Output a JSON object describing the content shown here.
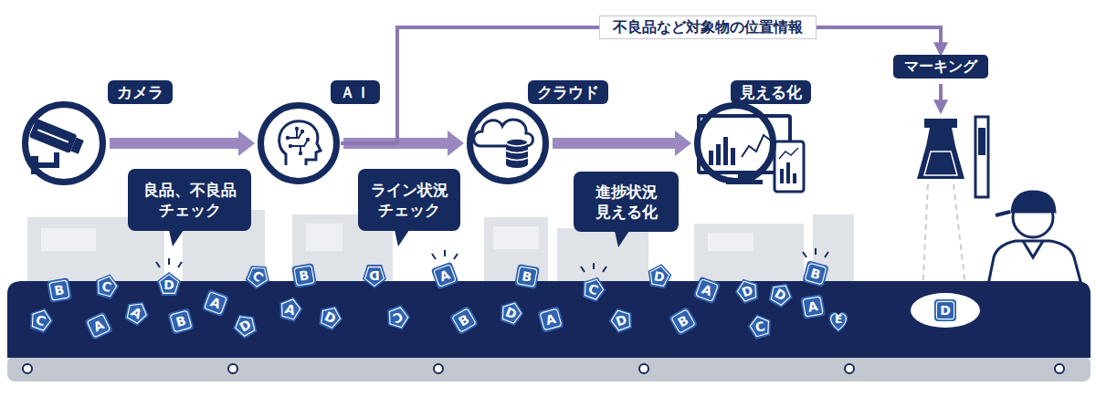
{
  "diagram": {
    "nodes": [
      {
        "text": [
          "カメラ"
        ]
      },
      {
        "text": [
          "ＡＩ"
        ]
      },
      {
        "text": [
          "クラウド"
        ]
      },
      {
        "text": [
          "見える化"
        ]
      },
      {
        "text": [
          "マーキング"
        ]
      },
      {
        "text": [
          "良品、不良品 チェック"
        ]
      },
      {
        "text": [
          "ライン状況 チェック"
        ]
      },
      {
        "text": [
          "進捗状況 見える化"
        ]
      },
      {
        "text": [
          "B"
        ]
      },
      {
        "text": [
          "C"
        ]
      },
      {
        "text": [
          "D"
        ]
      },
      {
        "text": [
          "C"
        ]
      },
      {
        "text": [
          "A"
        ]
      },
      {
        "text": [
          "A"
        ]
      },
      {
        "text": [
          "B"
        ]
      },
      {
        "text": [
          "A"
        ]
      },
      {
        "text": [
          "D"
        ]
      },
      {
        "text": [
          "C"
        ]
      },
      {
        "text": [
          "B"
        ]
      },
      {
        "text": [
          "A"
        ]
      },
      {
        "text": [
          "D"
        ]
      },
      {
        "text": [
          "D"
        ]
      },
      {
        "text": [
          "A"
        ]
      },
      {
        "text": [
          "C"
        ]
      },
      {
        "text": [
          "B"
        ]
      },
      {
        "text": [
          "B"
        ]
      },
      {
        "text": [
          "D"
        ]
      },
      {
        "text": [
          "A"
        ]
      },
      {
        "text": [
          "C"
        ]
      },
      {
        "text": [
          "D"
        ]
      },
      {
        "text": [
          "D"
        ]
      },
      {
        "text": [
          "B"
        ]
      },
      {
        "text": [
          "A"
        ]
      },
      {
        "text": [
          "D"
        ]
      },
      {
        "text": [
          "D"
        ]
      },
      {
        "text": [
          "C"
        ]
      },
      {
        "text": [
          "B"
        ]
      },
      {
        "text": [
          "A"
        ]
      },
      {
        "text": [
          "E"
        ]
      },
      {
        "text": [
          "D"
        ]
      }
    ],
    "edges": [
      {
        "from": 0,
        "to": 1,
        "arrow": "to"
      },
      {
        "from": 1,
        "to": 2,
        "arrow": "to"
      },
      {
        "from": 2,
        "to": 3,
        "arrow": "to"
      },
      {
        "from": 1,
        "to": 4,
        "arrow": "to",
        "label": "不良品など対象物の位置情報"
      }
    ]
  }
}
